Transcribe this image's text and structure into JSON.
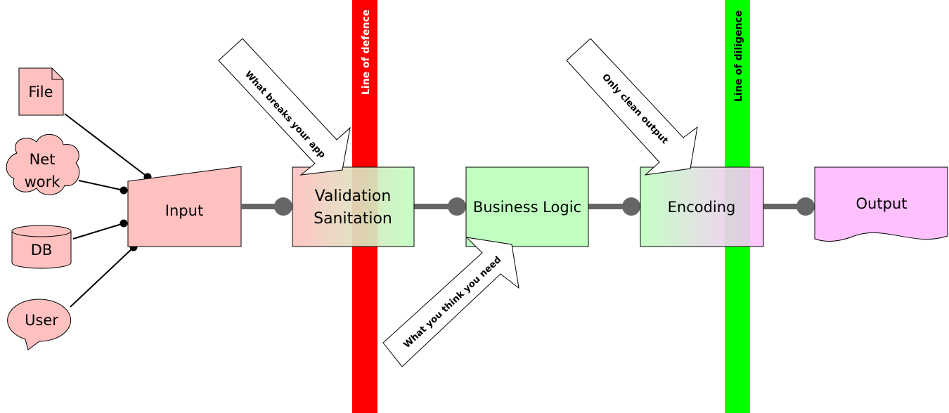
{
  "colors": {
    "pink": "#ffc0c0",
    "green": "#c0ffc0",
    "violet": "#ffc0ff",
    "defence_line": "#ff0000",
    "diligence_line": "#00ff00",
    "connector": "#666666"
  },
  "sources": {
    "file": "File",
    "network_line1": "Net",
    "network_line2": "work",
    "db": "DB",
    "user": "User"
  },
  "stages": {
    "input": "Input",
    "validation_line1": "Validation",
    "validation_line2": "Sanitation",
    "business_logic": "Business Logic",
    "encoding": "Encoding",
    "output": "Output"
  },
  "lines": {
    "defence": "Line of defence",
    "diligence": "Line of diligence"
  },
  "callouts": {
    "breaks": "What breaks your app",
    "need": "What you think you need",
    "clean": "Only clean output"
  }
}
